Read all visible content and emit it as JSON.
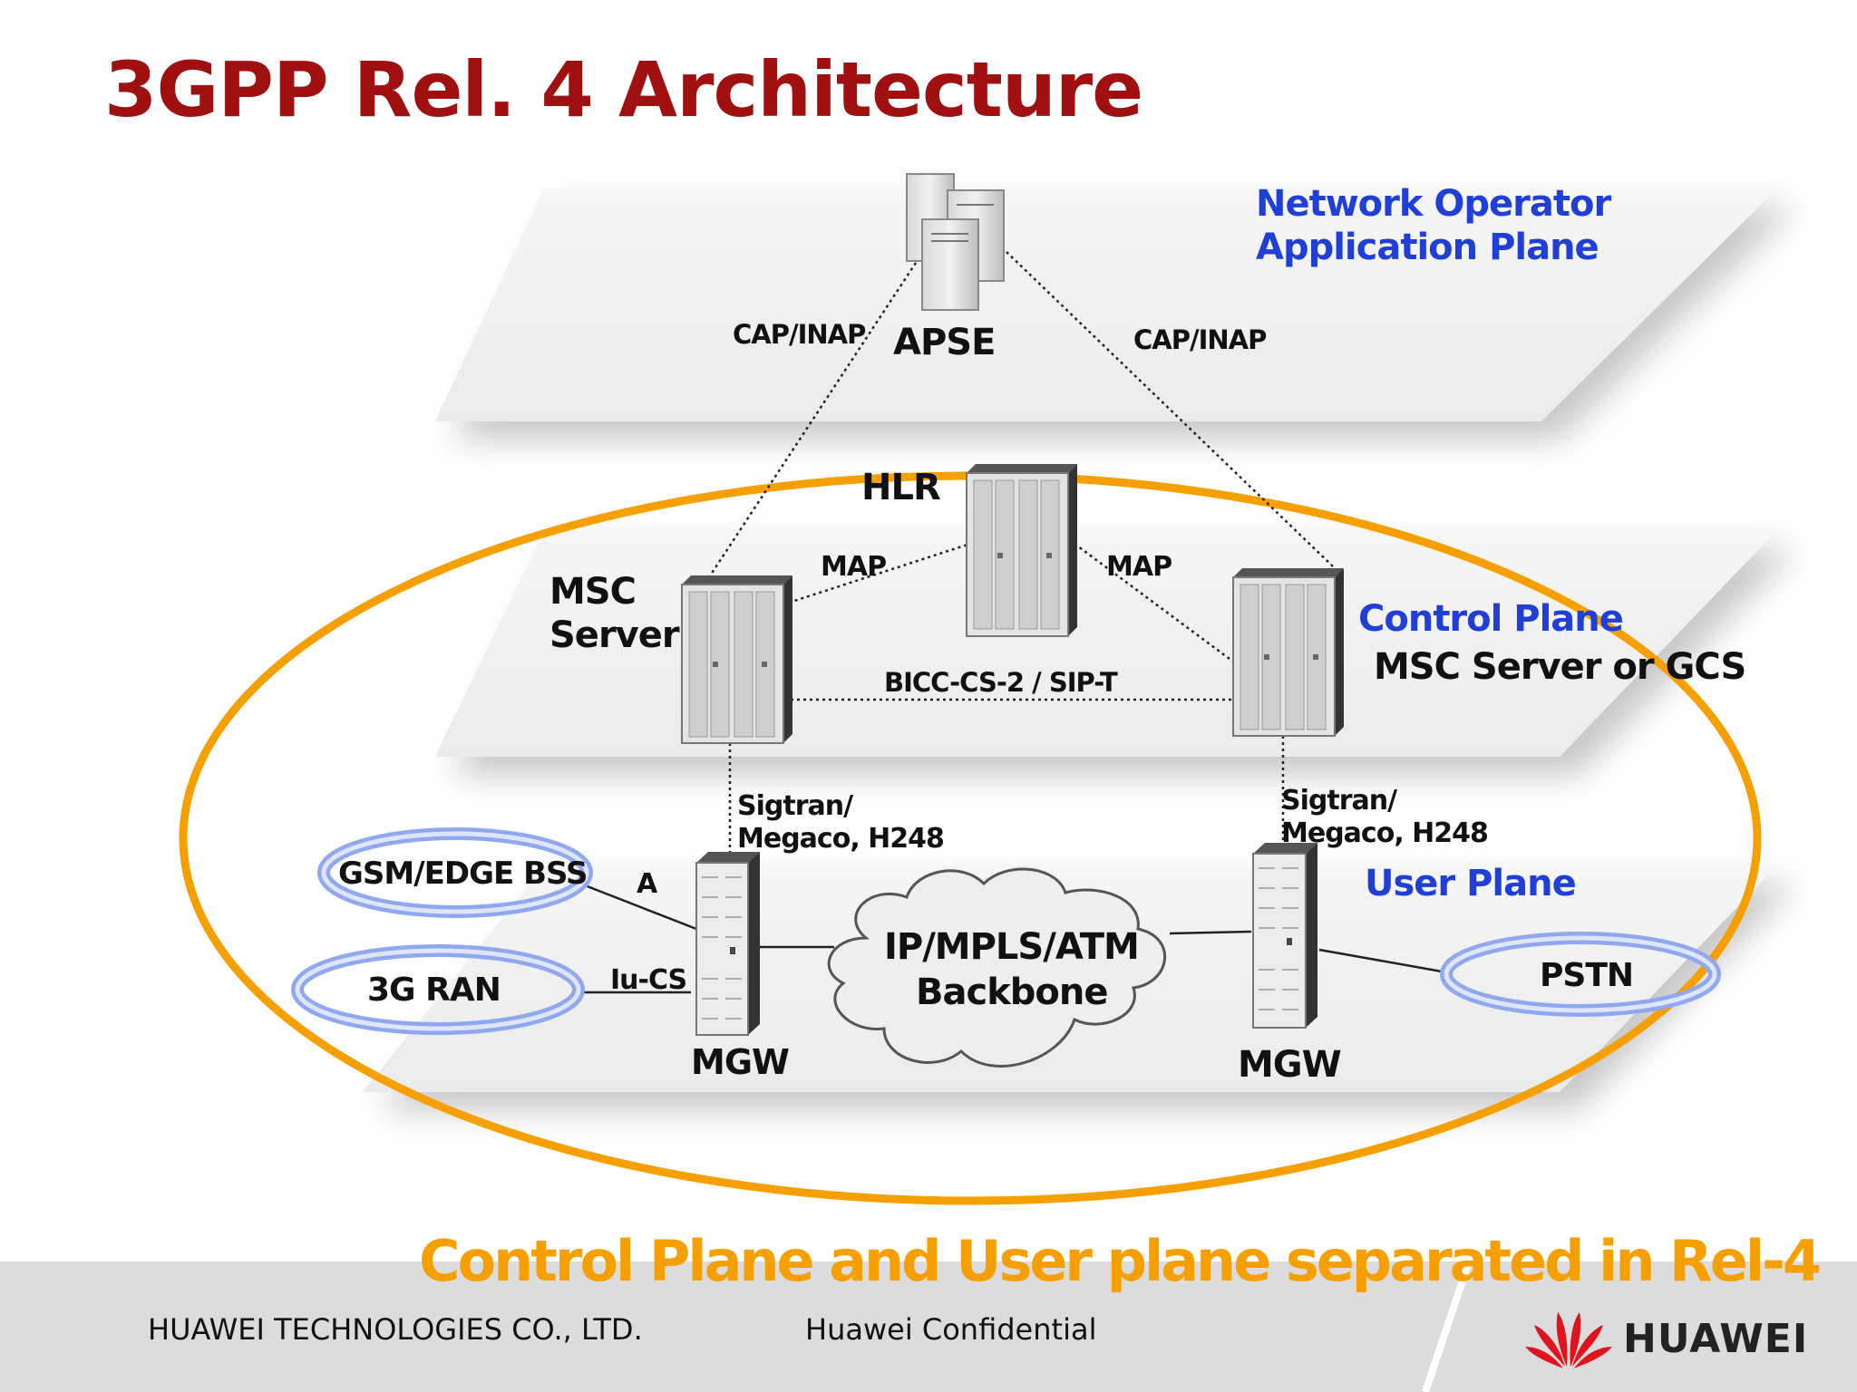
{
  "title": "3GPP Rel. 4 Architecture",
  "planes": {
    "application": {
      "line1": "Network Operator",
      "line2": "Application Plane"
    },
    "control": {
      "line1": "Control Plane",
      "line2": "MSC Server or GCS"
    },
    "user": {
      "label": "User Plane"
    }
  },
  "nodes": {
    "apse": "APSE",
    "hlr": "HLR",
    "msc_server": {
      "line1": "MSC",
      "line2": "Server"
    },
    "mgw_left": "MGW",
    "mgw_right": "MGW",
    "gsm_bss": "GSM/EDGE BSS",
    "ran_3g": "3G RAN",
    "pstn": "PSTN",
    "backbone": {
      "line1": "IP/MPLS/ATM",
      "line2": "Backbone"
    }
  },
  "interfaces": {
    "cap_inap_left": "CAP/INAP",
    "cap_inap_right": "CAP/INAP",
    "map_left": "MAP",
    "map_right": "MAP",
    "bicc": "BICC-CS-2 / SIP-T",
    "sigtran_left": {
      "line1": "Sigtran/",
      "line2": "Megaco, H248"
    },
    "sigtran_right": {
      "line1": "Sigtran/",
      "line2": "Megaco, H248"
    },
    "a": "A",
    "iu_cs": "Iu-CS"
  },
  "caption": "Control Plane and User plane separated in Rel-4",
  "footer": {
    "company": "HUAWEI TECHNOLOGIES CO., LTD.",
    "confidential": "Huawei Confidential",
    "brand": "HUAWEI"
  },
  "colors": {
    "title": "#a01010",
    "plane_label": "#1f3fd6",
    "ellipse": "#f5a000",
    "caption": "#f5a000",
    "logo": "#e0141e"
  }
}
